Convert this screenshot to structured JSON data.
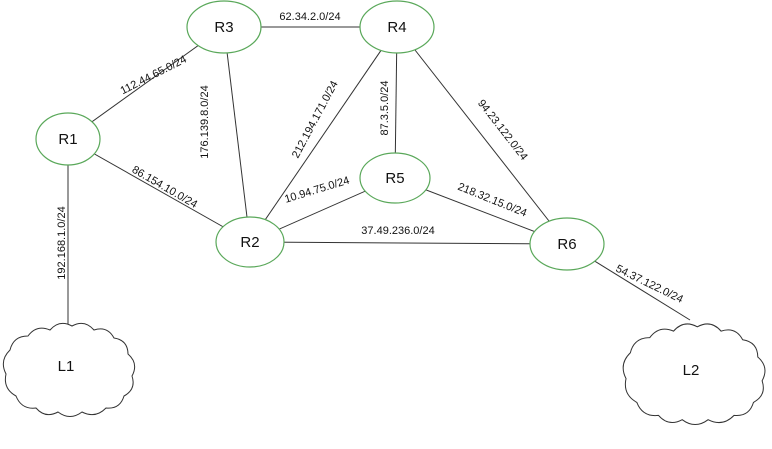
{
  "nodes": [
    {
      "id": "R1",
      "label": "R1",
      "kind": "router"
    },
    {
      "id": "R2",
      "label": "R2",
      "kind": "router"
    },
    {
      "id": "R3",
      "label": "R3",
      "kind": "router"
    },
    {
      "id": "R4",
      "label": "R4",
      "kind": "router"
    },
    {
      "id": "R5",
      "label": "R5",
      "kind": "router"
    },
    {
      "id": "R6",
      "label": "R6",
      "kind": "router"
    },
    {
      "id": "L1",
      "label": "L1",
      "kind": "network-cloud"
    },
    {
      "id": "L2",
      "label": "L2",
      "kind": "network-cloud"
    }
  ],
  "links": [
    {
      "id": "R1-R3",
      "from": "R1",
      "to": "R3",
      "label": "112.44.65.0/24"
    },
    {
      "id": "R1-R2",
      "from": "R1",
      "to": "R2",
      "label": "86.154.10.0/24"
    },
    {
      "id": "R1-L1",
      "from": "R1",
      "to": "L1",
      "label": "192.168.1.0/24"
    },
    {
      "id": "R3-R4",
      "from": "R3",
      "to": "R4",
      "label": "62.34.2.0/24"
    },
    {
      "id": "R3-R2",
      "from": "R3",
      "to": "R2",
      "label": "176.139.8.0/24"
    },
    {
      "id": "R4-R2",
      "from": "R4",
      "to": "R2",
      "label": "212.194.171.0/24"
    },
    {
      "id": "R4-R5",
      "from": "R4",
      "to": "R5",
      "label": "87.3.5.0/24"
    },
    {
      "id": "R4-R6",
      "from": "R4",
      "to": "R6",
      "label": "94.23.122.0/24"
    },
    {
      "id": "R2-R5",
      "from": "R2",
      "to": "R5",
      "label": "10.94.75.0/24"
    },
    {
      "id": "R5-R6",
      "from": "R5",
      "to": "R6",
      "label": "218.32.15.0/24"
    },
    {
      "id": "R2-R6",
      "from": "R2",
      "to": "R6",
      "label": "37.49.236.0/24"
    },
    {
      "id": "R6-L2",
      "from": "R6",
      "to": "L2",
      "label": "54.37.122.0/24"
    }
  ],
  "colors": {
    "router_outline": "#5aa85a",
    "link_line": "#333333",
    "cloud_outline": "#333333",
    "text": "#111111"
  }
}
